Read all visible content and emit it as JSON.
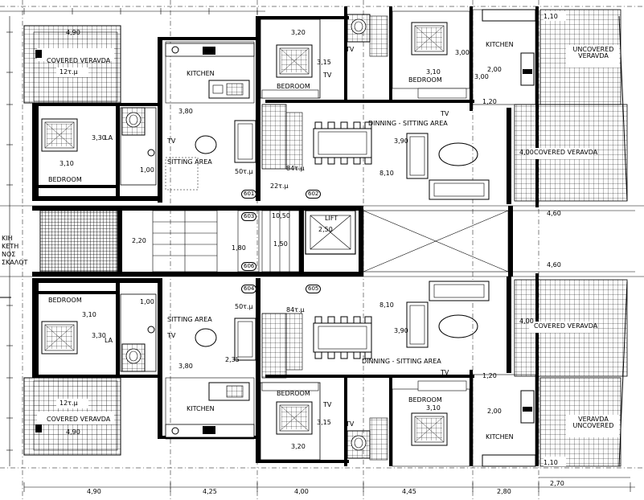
{
  "rooms": {
    "covered_veranda": "COVERED VERAVDA",
    "uncovered_veranda": "UNCOVERED VERAVDA",
    "veranda_uncovered": "VERAVDA UNCOVERED",
    "kitchen": "KITCHEN",
    "bedroom": "BEDROOM",
    "sitting_area": "SITTING AREA",
    "dinning_sitting_area": "DINNING - SITTING AREA",
    "lift": "LIFT",
    "tv": "TV",
    "la": "LA"
  },
  "areas": {
    "a12": "12τ.μ",
    "a50": "50τ.μ",
    "a84": "84τ.μ",
    "a22": "22τ.μ"
  },
  "tags": {
    "t601": "601",
    "t602": "602",
    "t603": "603",
    "t604": "604",
    "t605": "605",
    "t606": "606"
  },
  "dims": {
    "d490": "4,90",
    "d425": "4,25",
    "d400": "4,00",
    "d445": "4,45",
    "d280": "2,80",
    "d270": "2,70",
    "d320": "3,20",
    "d310": "3,10",
    "d315": "3,15",
    "d300": "3,00",
    "d200": "2,00",
    "d120": "1,20",
    "d110": "1,10",
    "d380": "3,80",
    "d390": "3,90",
    "d810": "8,10",
    "d460": "4,60",
    "d330": "3,30",
    "d100": "1,00",
    "d1050": "10,50",
    "d150": "1,50",
    "d180": "1,80",
    "d250": "2,50",
    "d220": "2,20",
    "d235": "2,35"
  },
  "sign": {
    "l1": "ΚΙΗ",
    "l2": "ΚΕΤΗ",
    "l3": "ΝΟΣ",
    "l4": "ΣΚΑΛΟΤ"
  },
  "colors": {
    "line": "#000000",
    "background": "#ffffff"
  }
}
